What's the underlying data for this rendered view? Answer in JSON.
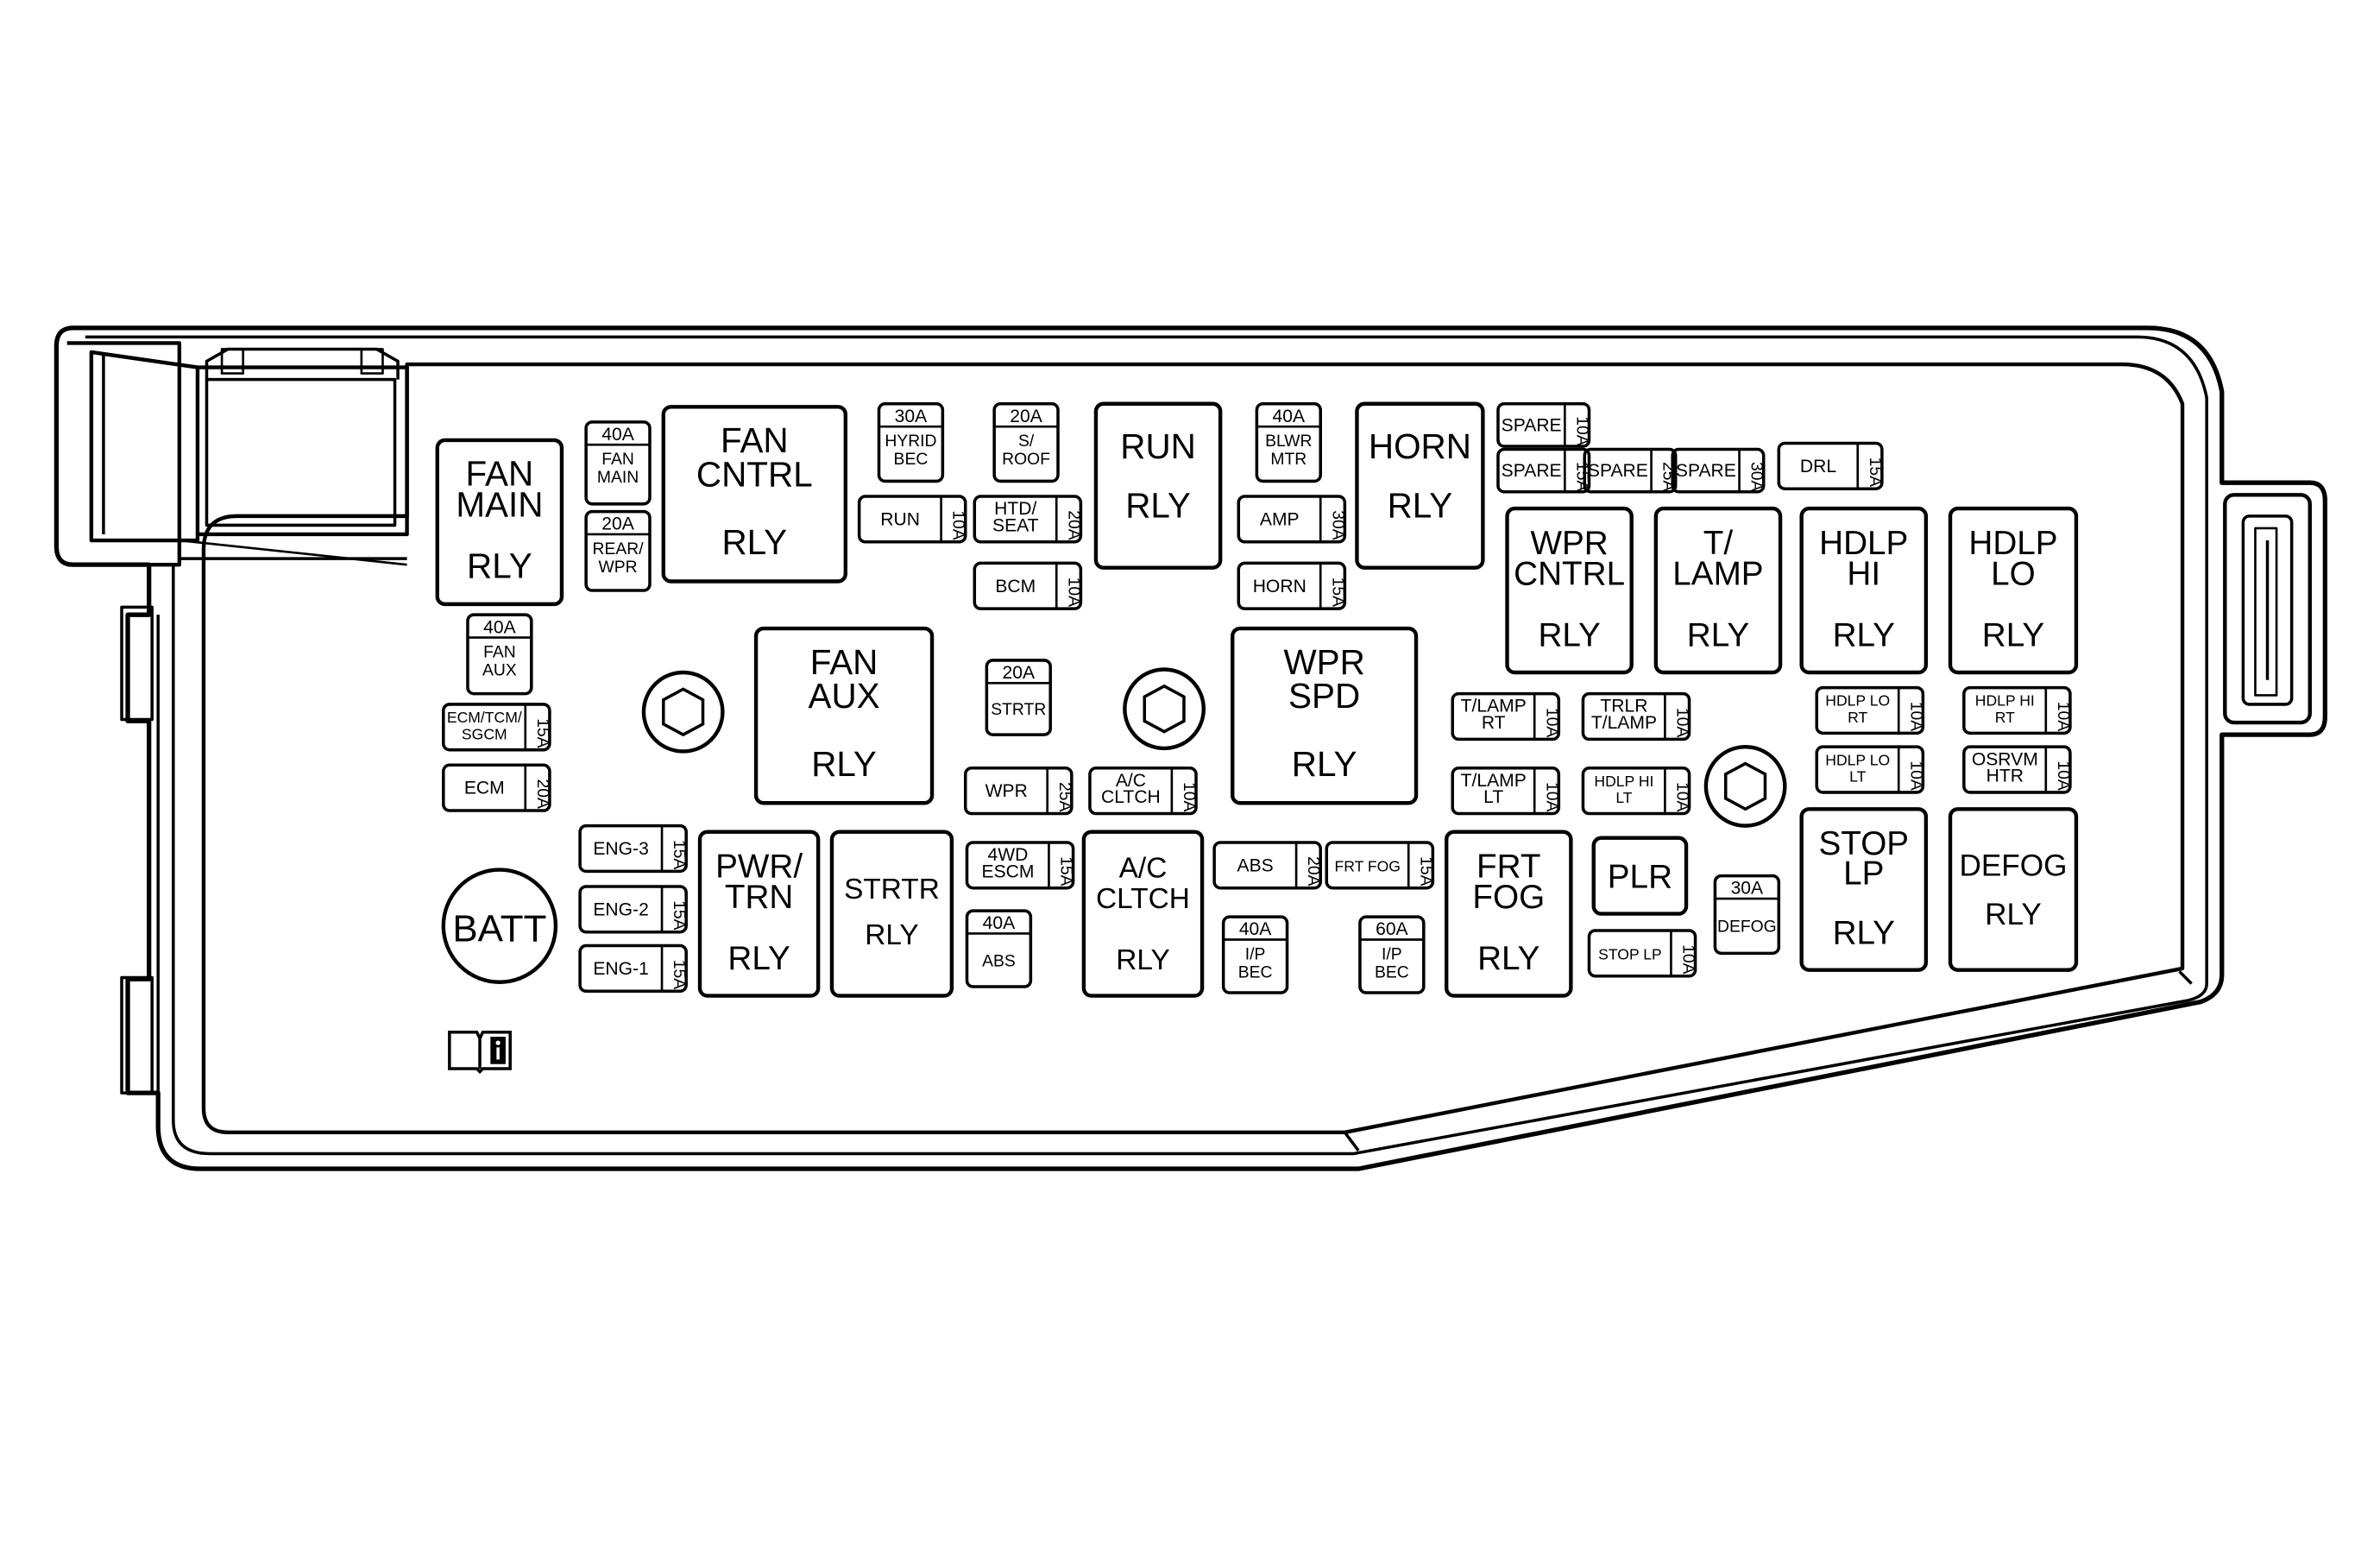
{
  "relays": [
    {
      "id": "fan-main-rly",
      "lines": [
        "FAN",
        "MAIN",
        "",
        "RLY"
      ]
    },
    {
      "id": "fan-cntrl-rly",
      "lines": [
        "FAN",
        "CNTRL",
        "",
        "RLY"
      ]
    },
    {
      "id": "run-rly",
      "lines": [
        "RUN",
        "",
        "RLY"
      ]
    },
    {
      "id": "horn-rly",
      "lines": [
        "HORN",
        "",
        "RLY"
      ]
    },
    {
      "id": "wpr-cntrl-rly",
      "lines": [
        "WPR",
        "CNTRL",
        "",
        "RLY"
      ]
    },
    {
      "id": "t-lamp-rly",
      "lines": [
        "T/",
        "LAMP",
        "",
        "RLY"
      ]
    },
    {
      "id": "hdlp-hi-rly",
      "lines": [
        "HDLP",
        "HI",
        "",
        "RLY"
      ]
    },
    {
      "id": "hdlp-lo-rly",
      "lines": [
        "HDLP",
        "LO",
        "",
        "RLY"
      ]
    },
    {
      "id": "fan-aux-rly",
      "lines": [
        "FAN",
        "AUX",
        "",
        "RLY"
      ]
    },
    {
      "id": "wpr-spd-rly",
      "lines": [
        "WPR",
        "SPD",
        "",
        "RLY"
      ]
    },
    {
      "id": "pwr-trn-rly",
      "lines": [
        "PWR/",
        "TRN",
        "",
        "RLY"
      ]
    },
    {
      "id": "strtr-rly",
      "lines": [
        "STRTR",
        "",
        "RLY"
      ]
    },
    {
      "id": "ac-cltch-rly",
      "lines": [
        "A/C",
        "CLTCH",
        "",
        "RLY"
      ]
    },
    {
      "id": "frt-fog-rly",
      "lines": [
        "FRT",
        "FOG",
        "",
        "RLY"
      ]
    },
    {
      "id": "plr-rly",
      "lines": [
        "PLR"
      ]
    },
    {
      "id": "stop-lp-rly",
      "lines": [
        "STOP",
        "LP",
        "",
        "RLY"
      ]
    },
    {
      "id": "defog-rly",
      "lines": [
        "DEFOG",
        "",
        "RLY"
      ]
    }
  ],
  "cartridge_fuses": [
    {
      "id": "fan-main",
      "amp": "40A",
      "lines": [
        "FAN",
        "MAIN"
      ]
    },
    {
      "id": "rear-wpr",
      "amp": "20A",
      "lines": [
        "REAR/",
        "WPR"
      ]
    },
    {
      "id": "fan-aux",
      "amp": "40A",
      "lines": [
        "FAN",
        "AUX"
      ]
    },
    {
      "id": "hyrid-bec",
      "amp": "30A",
      "lines": [
        "HYRID",
        "BEC"
      ]
    },
    {
      "id": "s-roof",
      "amp": "20A",
      "lines": [
        "S/",
        "ROOF"
      ]
    },
    {
      "id": "blwr-mtr",
      "amp": "40A",
      "lines": [
        "BLWR",
        "MTR"
      ]
    },
    {
      "id": "strtr",
      "amp": "20A",
      "lines": [
        "STRTR"
      ]
    },
    {
      "id": "abs-40",
      "amp": "40A",
      "lines": [
        "ABS"
      ]
    },
    {
      "id": "ip-bec-40",
      "amp": "40A",
      "lines": [
        "I/P",
        "BEC"
      ]
    },
    {
      "id": "ip-bec-60",
      "amp": "60A",
      "lines": [
        "I/P",
        "BEC"
      ]
    },
    {
      "id": "defog",
      "amp": "30A",
      "lines": [
        "DEFOG"
      ]
    }
  ],
  "mini_fuses": [
    {
      "id": "ecm-tcm-sgcm",
      "lines": [
        "ECM/TCM/",
        "SGCM"
      ],
      "amp": "15A"
    },
    {
      "id": "ecm",
      "lines": [
        "ECM"
      ],
      "amp": "20A"
    },
    {
      "id": "eng-3",
      "lines": [
        "ENG-3"
      ],
      "amp": "15A"
    },
    {
      "id": "eng-2",
      "lines": [
        "ENG-2"
      ],
      "amp": "15A"
    },
    {
      "id": "eng-1",
      "lines": [
        "ENG-1"
      ],
      "amp": "15A"
    },
    {
      "id": "run",
      "lines": [
        "RUN"
      ],
      "amp": "10A"
    },
    {
      "id": "htd-seat",
      "lines": [
        "HTD/",
        "SEAT"
      ],
      "amp": "20A"
    },
    {
      "id": "bcm",
      "lines": [
        "BCM"
      ],
      "amp": "10A"
    },
    {
      "id": "amp",
      "lines": [
        "AMP"
      ],
      "amp": "30A"
    },
    {
      "id": "horn",
      "lines": [
        "HORN"
      ],
      "amp": "15A"
    },
    {
      "id": "spare-1",
      "lines": [
        "SPARE"
      ],
      "amp": "10A"
    },
    {
      "id": "spare-2",
      "lines": [
        "SPARE"
      ],
      "amp": "15A"
    },
    {
      "id": "spare-3",
      "lines": [
        "SPARE"
      ],
      "amp": "25A"
    },
    {
      "id": "spare-4",
      "lines": [
        "SPARE"
      ],
      "amp": "30A"
    },
    {
      "id": "drl",
      "lines": [
        "DRL"
      ],
      "amp": "15A"
    },
    {
      "id": "wpr",
      "lines": [
        "WPR"
      ],
      "amp": "25A"
    },
    {
      "id": "ac-cltch",
      "lines": [
        "A/C",
        "CLTCH"
      ],
      "amp": "10A"
    },
    {
      "id": "4wd-escm",
      "lines": [
        "4WD",
        "ESCM"
      ],
      "amp": "15A"
    },
    {
      "id": "abs-20",
      "lines": [
        "ABS"
      ],
      "amp": "20A"
    },
    {
      "id": "frt-fog",
      "lines": [
        "FRT FOG"
      ],
      "amp": "15A"
    },
    {
      "id": "t-lamp-rt",
      "lines": [
        "T/LAMP",
        "RT"
      ],
      "amp": "10A"
    },
    {
      "id": "trlr-t-lamp",
      "lines": [
        "TRLR",
        "T/LAMP"
      ],
      "amp": "10A"
    },
    {
      "id": "t-lamp-lt",
      "lines": [
        "T/LAMP",
        "LT"
      ],
      "amp": "10A"
    },
    {
      "id": "hdlp-hi-lt",
      "lines": [
        "HDLP HI",
        "LT"
      ],
      "amp": "10A"
    },
    {
      "id": "hdlp-lo-rt",
      "lines": [
        "HDLP LO",
        "RT"
      ],
      "amp": "10A"
    },
    {
      "id": "hdlp-hi-rt",
      "lines": [
        "HDLP HI",
        "RT"
      ],
      "amp": "10A"
    },
    {
      "id": "hdlp-lo-lt",
      "lines": [
        "HDLP LO",
        "LT"
      ],
      "amp": "10A"
    },
    {
      "id": "osrvm-htr",
      "lines": [
        "OSRVM",
        "HTR"
      ],
      "amp": "10A"
    },
    {
      "id": "stop-lp",
      "lines": [
        "STOP LP"
      ],
      "amp": "10A"
    }
  ],
  "batt": {
    "label": "BATT"
  }
}
